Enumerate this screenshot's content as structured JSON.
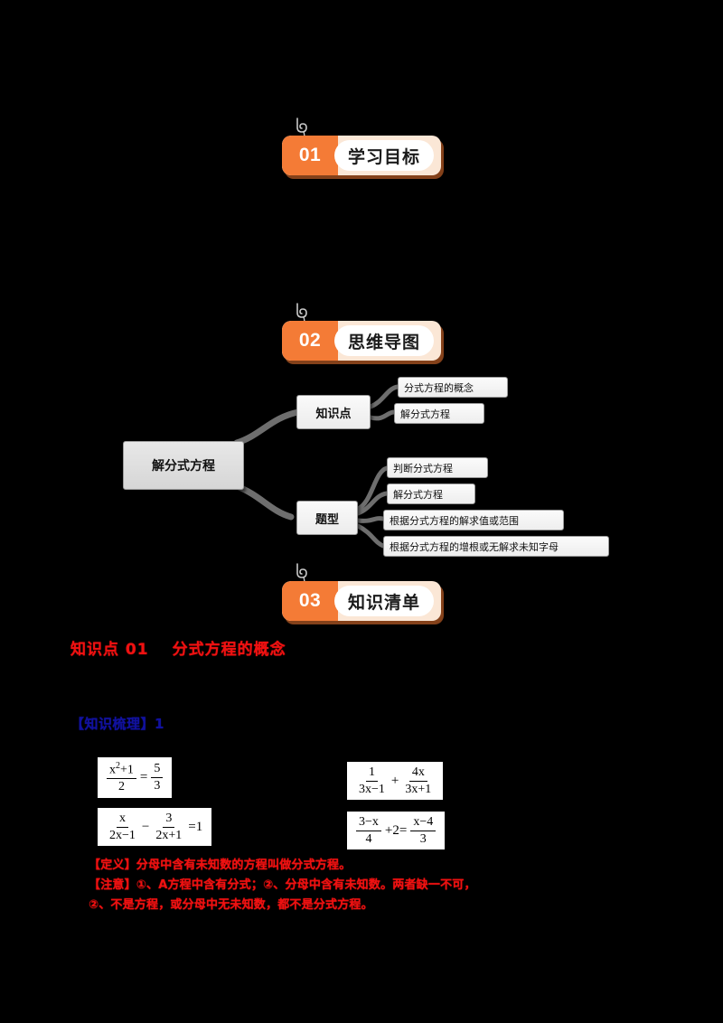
{
  "document": {
    "title": "解分式方程 学习讲义",
    "background_color": "#000000"
  },
  "sections": [
    {
      "number": "01",
      "label": "学习目标"
    },
    {
      "number": "02",
      "label": "思维导图"
    },
    {
      "number": "03",
      "label": "知识清单"
    }
  ],
  "mindmap": {
    "root": "解分式方程",
    "branches": [
      {
        "label": "知识点",
        "leaves": [
          "分式方程的概念",
          "解分式方程"
        ]
      },
      {
        "label": "题型",
        "leaves": [
          "判断分式方程",
          "解分式方程",
          "根据分式方程的解求值或范围",
          "根据分式方程的增根或无解求未知字母"
        ]
      }
    ]
  },
  "knowledge": {
    "point_label": "知识点 01",
    "point_title": "分式方程的概念",
    "sub_label": "【知识梳理】1"
  },
  "formulas": [
    {
      "id": "f1",
      "text": "(x²+1)/2 = 5/3",
      "parts": {
        "num1": "x",
        "exp1": "2",
        "plus1": "+1",
        "den1": "2",
        "eq": "=",
        "num2": "5",
        "den2": "3"
      }
    },
    {
      "id": "f2",
      "text": "x/(2x-1) - 3/(2x+1) = 1",
      "parts": {
        "num1": "x",
        "den1": "2x−1",
        "op": "−",
        "num2": "3",
        "den2": "2x+1",
        "eq": "=1"
      }
    },
    {
      "id": "f3",
      "text": "1/(3x-1) + 4x/(3x+1)",
      "parts": {
        "num1": "1",
        "den1": "3x−1",
        "op": "+",
        "num2": "4x",
        "den2": "3x+1"
      }
    },
    {
      "id": "f4",
      "text": "(3-x)/4 + 2 = (x-4)/3",
      "parts": {
        "num1": "3−x",
        "den1": "4",
        "op": "+2=",
        "num2": "x−4",
        "den2": "3"
      }
    }
  ],
  "notes": [
    "【定义】分母中含有未知数的方程叫做分式方程。",
    "【注意】①、A方程中含有分式；②、分母中含有未知数。两者缺一不可，",
    "②、不是方程，或分母中无未知数，都不是分式方程。"
  ]
}
